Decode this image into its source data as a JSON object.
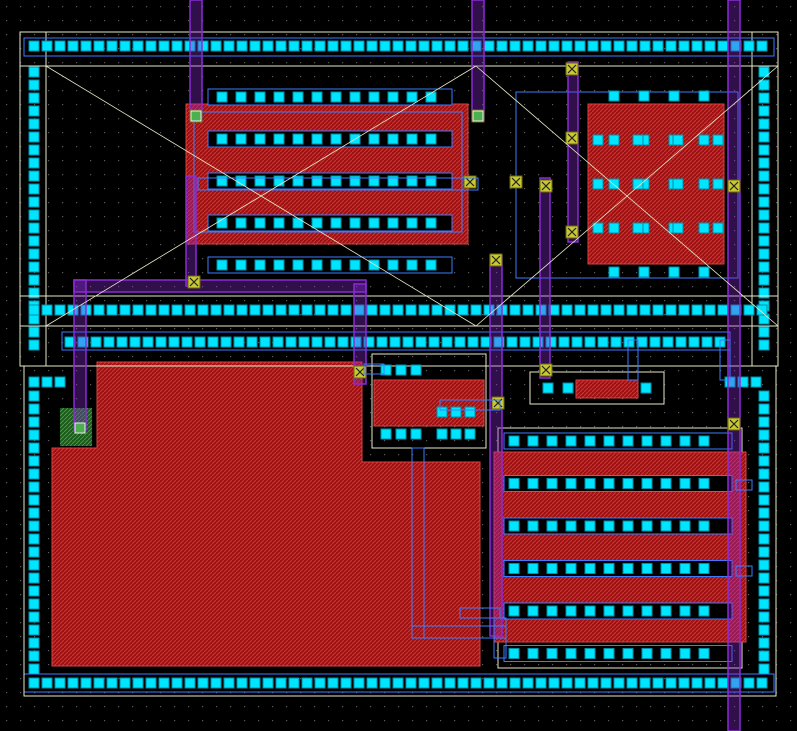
{
  "title": "",
  "colors": {
    "background": "#000000",
    "dot_grid": "#5a5a5a",
    "contact": "#00e5ff",
    "contact_edge": "#008fa8",
    "metal1_outline": "#3a7bff",
    "poly": "#c01818",
    "poly_dark": "#7a0c0c",
    "metal2": "#8a2bd6",
    "via": "#c8c832",
    "diffusion": "#2f8f2f",
    "white_line": "#e8e8c8"
  },
  "layout_cells": [
    {
      "name": "guard-ring-top",
      "kind": "guard-ring"
    },
    {
      "name": "guard-ring-bottom",
      "kind": "guard-ring"
    },
    {
      "name": "nmos-array-top-left",
      "kind": "transistor-array"
    },
    {
      "name": "pmos-array-top-right",
      "kind": "transistor-array"
    },
    {
      "name": "capacitor-large",
      "kind": "capacitor"
    },
    {
      "name": "small-device-center",
      "kind": "transistor"
    },
    {
      "name": "resistor-center-right",
      "kind": "resistor"
    },
    {
      "name": "transistor-array-bottom-right",
      "kind": "transistor-array"
    }
  ]
}
